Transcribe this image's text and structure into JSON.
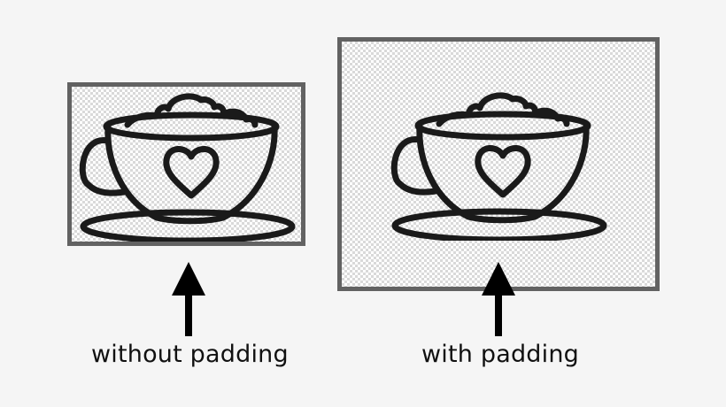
{
  "panels": [
    {
      "id": "without-padding",
      "label": "without padding",
      "icon": "coffee-cup-with-heart-icon",
      "border_color": "#626262"
    },
    {
      "id": "with-padding",
      "label": "with padding",
      "icon": "coffee-cup-with-heart-icon",
      "border_color": "#626262"
    }
  ],
  "colors": {
    "background": "#f5f5f5",
    "border": "#626262",
    "stroke": "#1a1a1a",
    "checker_light": "#ffffff",
    "checker_dark": "#d9d9d9"
  },
  "arrow_icon": "up-arrow-icon"
}
